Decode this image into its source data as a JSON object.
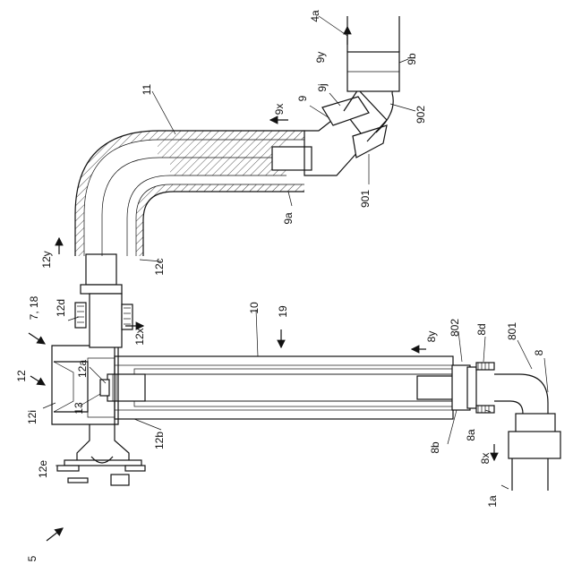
{
  "figure": {
    "labels": {
      "l5": "5",
      "l1a": "1a",
      "l4a": "4a",
      "l7_18": "7, 18",
      "l8": "8",
      "l8a": "8a",
      "l8b": "8b",
      "l8d": "8d",
      "l8x": "8x",
      "l8y": "8y",
      "l9": "9",
      "l9a": "9a",
      "l9b": "9b",
      "l9j": "9j",
      "l9x": "9x",
      "l9y": "9y",
      "l10": "10",
      "l11": "11",
      "l12": "12",
      "l12a": "12a",
      "l12b": "12b",
      "l12c": "12c",
      "l12d": "12d",
      "l12e": "12e",
      "l12i": "12i",
      "l12x": "12x",
      "l12y": "12y",
      "l13": "13",
      "l19": "19",
      "l801": "801",
      "l802": "802",
      "l901": "901",
      "l902": "902"
    }
  }
}
